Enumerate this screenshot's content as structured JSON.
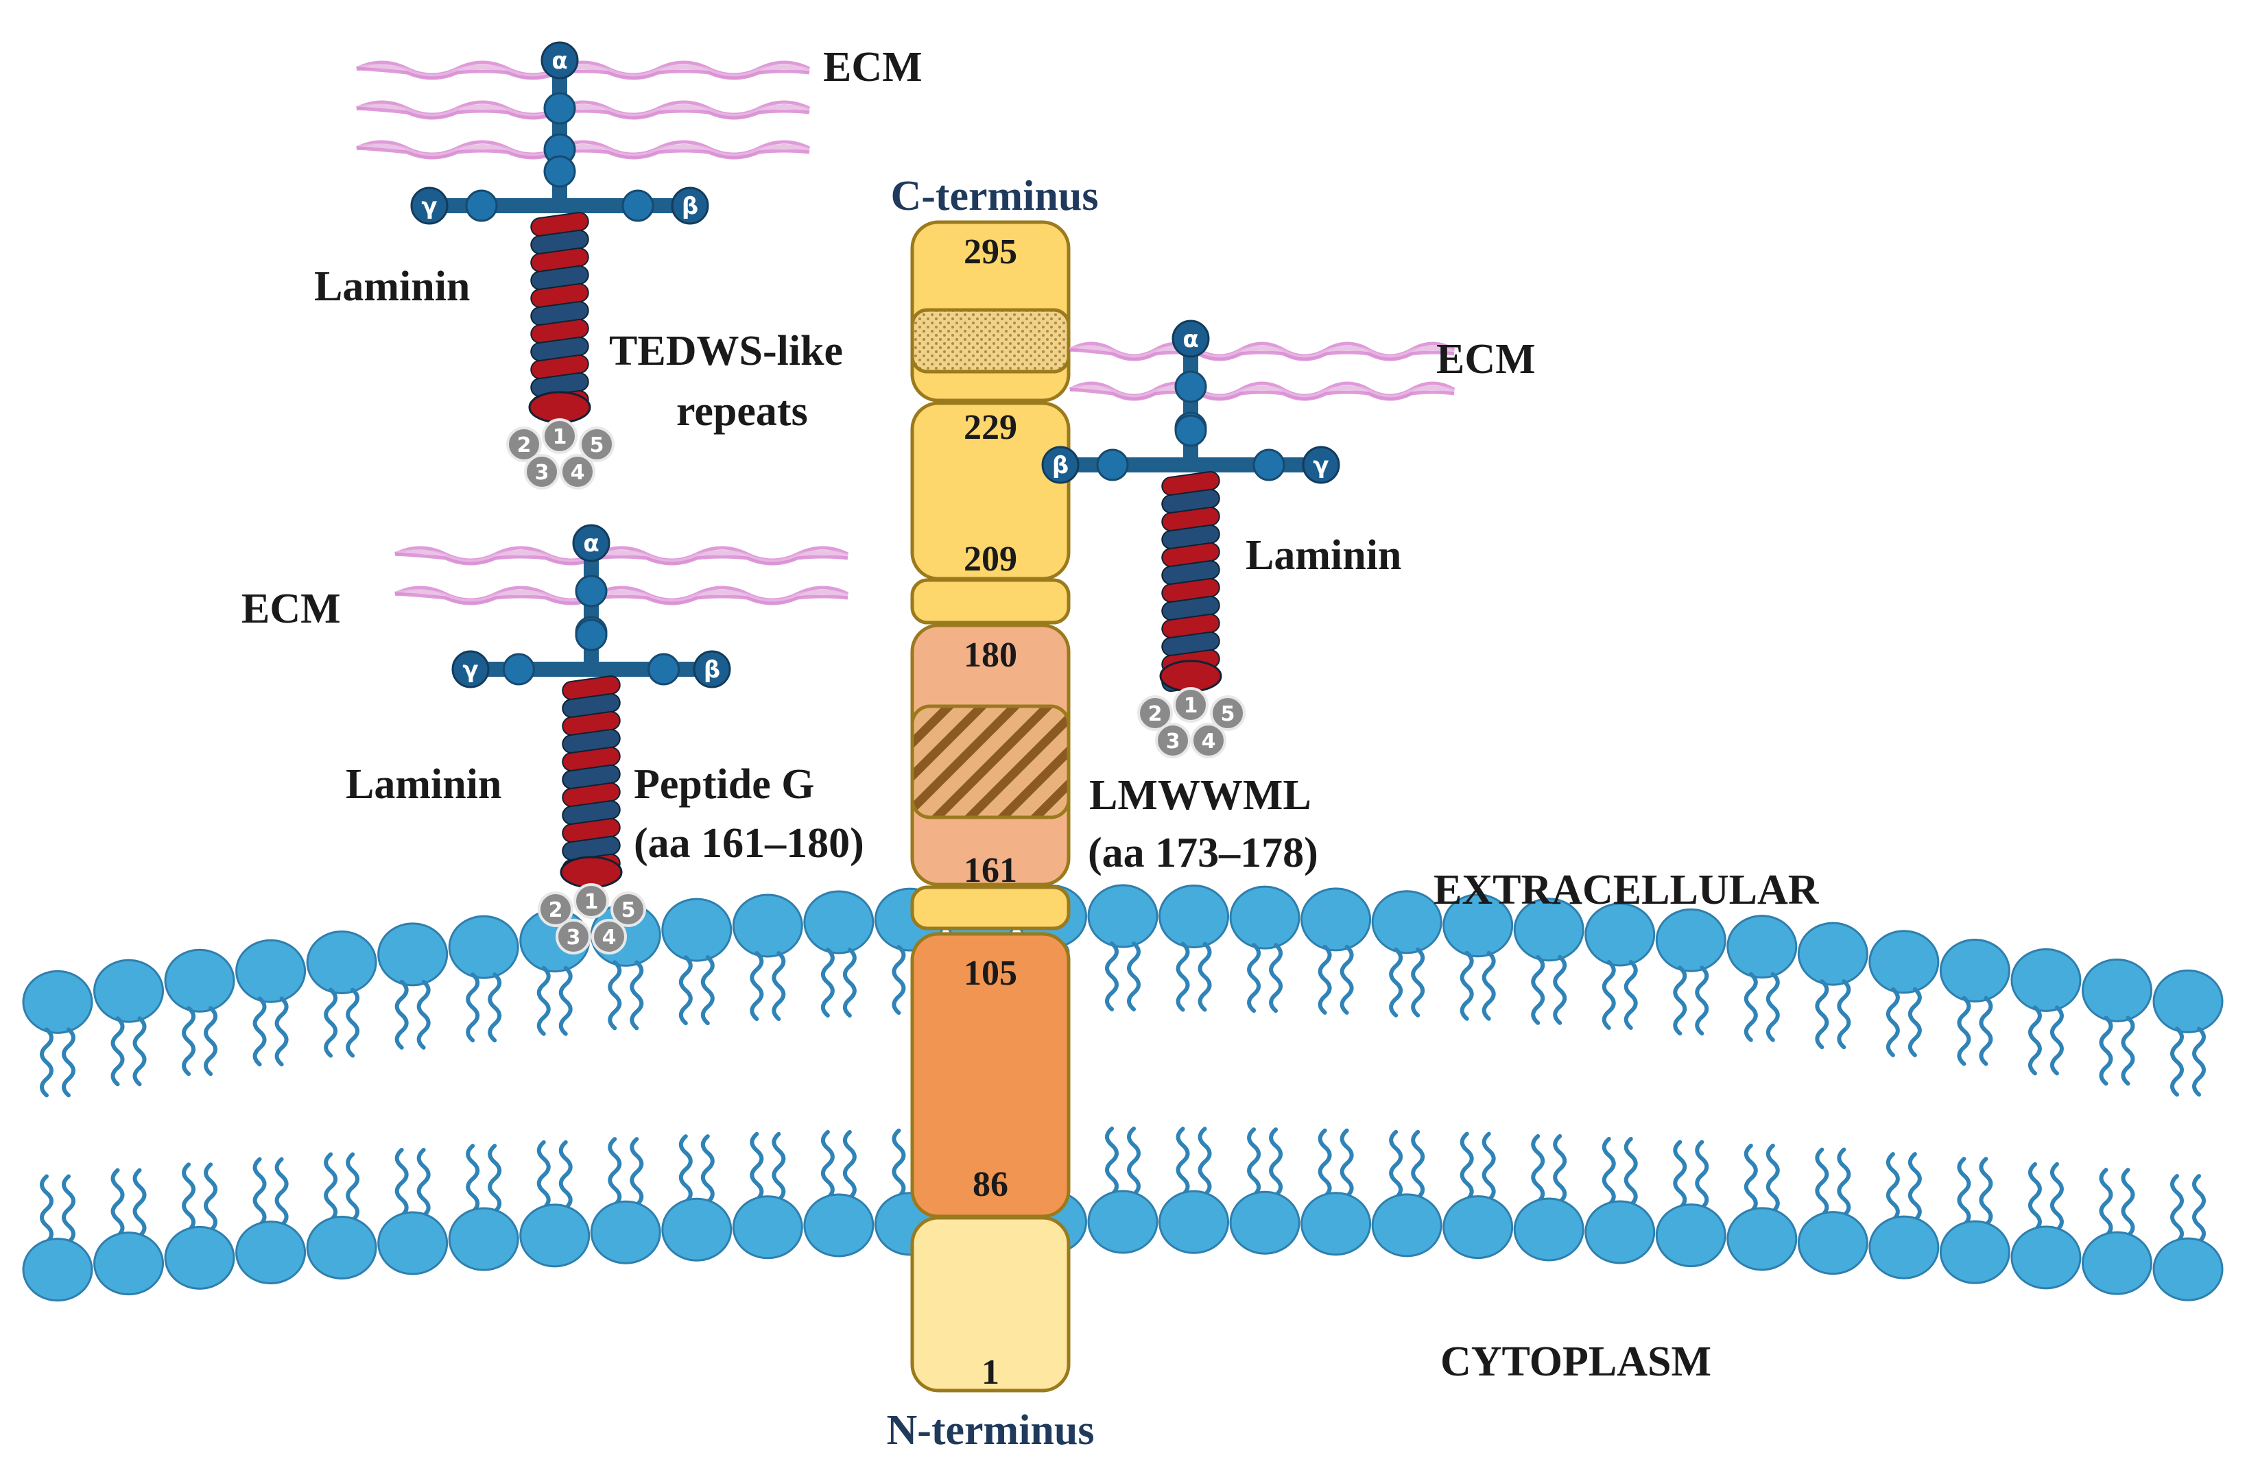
{
  "terminus": {
    "c": "C-terminus",
    "n": "N-terminus"
  },
  "regions": {
    "extracellular": "EXTRACELLULAR",
    "cytoplasm": "CYTOPLASM"
  },
  "residues": [
    "295",
    "229",
    "209",
    "180",
    "161",
    "105",
    "86",
    "1"
  ],
  "labels": {
    "tedws_line1": "TEDWS-like",
    "tedws_line2": "repeats",
    "peptide_line1": "Peptide G",
    "peptide_line2": "(aa 161–180)",
    "motif_line1": "LMWWML",
    "motif_line2": "(aa 173–178)"
  },
  "laminins": [
    {
      "ecm": "ECM",
      "name": "Laminin",
      "chains": [
        "α",
        "γ",
        "β"
      ],
      "subunits": [
        "1",
        "2",
        "3",
        "4",
        "5"
      ]
    },
    {
      "ecm": "ECM",
      "name": "Laminin",
      "chains": [
        "α",
        "β",
        "γ"
      ],
      "subunits": [
        "1",
        "2",
        "3",
        "4",
        "5"
      ]
    },
    {
      "ecm": "ECM",
      "name": "Laminin",
      "chains": [
        "α",
        "γ",
        "β"
      ],
      "subunits": [
        "1",
        "2",
        "3",
        "4",
        "5"
      ]
    }
  ],
  "colors": {
    "membrane_head": "#46acdc",
    "membrane_tail": "#2f83b6",
    "segment_light": "#fde7a1",
    "segment_yellow": "#fdd66c",
    "segment_peach": "#f3b187",
    "segment_orange": "#f19552",
    "segment_border": "#9a7a1c",
    "laminin_blue": "#1e5f8c",
    "laminin_red": "#b3161f",
    "ecm_pink": "#d98ad2"
  }
}
